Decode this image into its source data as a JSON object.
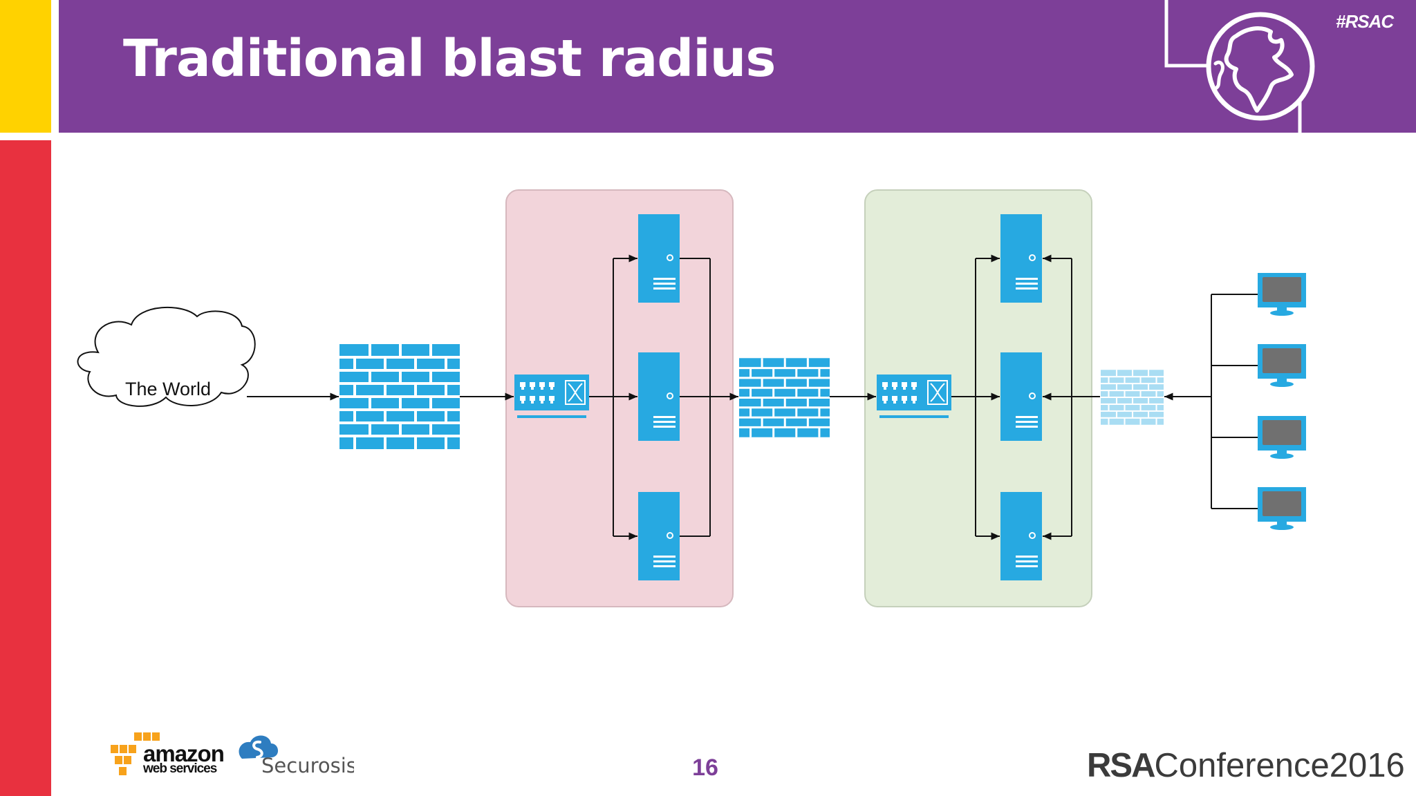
{
  "slide": {
    "title": "Traditional blast radius",
    "hashtag": "#RSAC",
    "page_number": "16"
  },
  "diagram": {
    "cloud_label": "The World",
    "zones": [
      {
        "name": "zone-1",
        "color": "#F2D4DA"
      },
      {
        "name": "zone-2",
        "color": "#E3EDD9"
      }
    ],
    "components": {
      "firewalls": 3,
      "switches": 2,
      "servers_per_zone": 3,
      "workstations": 4
    }
  },
  "footer": {
    "aws_wordmark": "amazon",
    "aws_sub": "web services",
    "securosis": "Securosis",
    "rsa_bold": "RSA",
    "rsa_rest": "Conference2016"
  },
  "colors": {
    "header_purple": "#7D3F98",
    "accent_yellow": "#FFD200",
    "accent_red": "#E8313F",
    "device_blue": "#27A9E1",
    "firewall_faded": "#A9DDF3"
  }
}
